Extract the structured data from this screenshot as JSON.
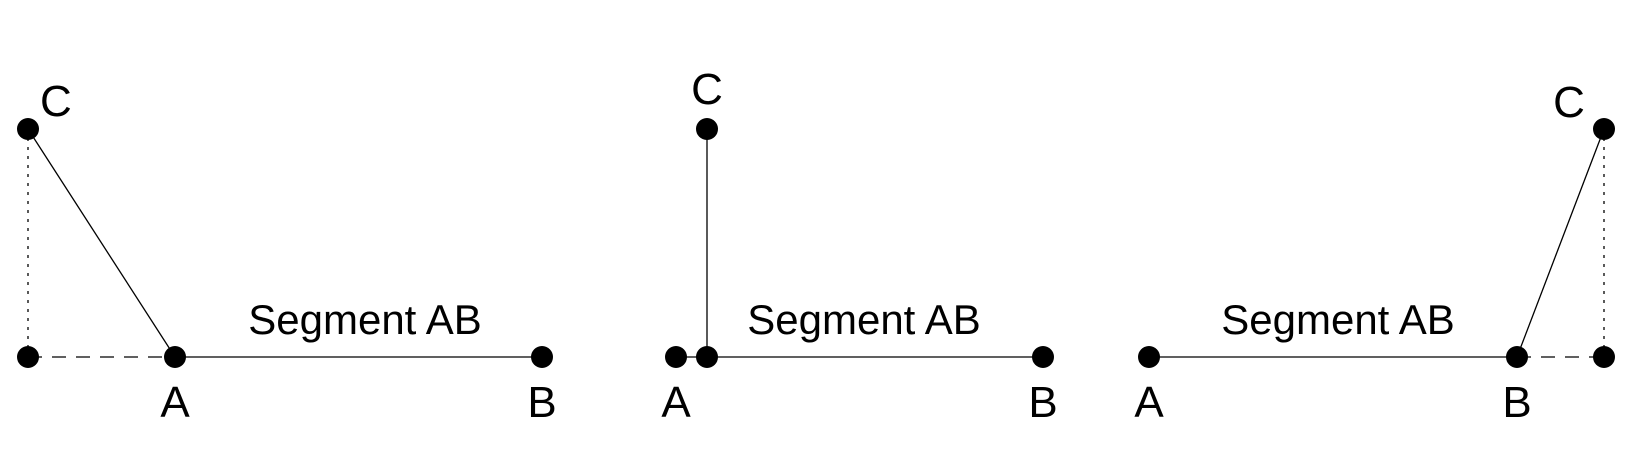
{
  "colors": {
    "ink": "#000000",
    "background": "#ffffff"
  },
  "panels": [
    {
      "segment_label": "Segment AB",
      "point_labels": {
        "a": "A",
        "b": "B",
        "c": "C"
      }
    },
    {
      "segment_label": "Segment AB",
      "point_labels": {
        "a": "A",
        "b": "B",
        "c": "C"
      }
    },
    {
      "segment_label": "Segment AB",
      "point_labels": {
        "a": "A",
        "b": "B",
        "c": "C"
      }
    }
  ]
}
